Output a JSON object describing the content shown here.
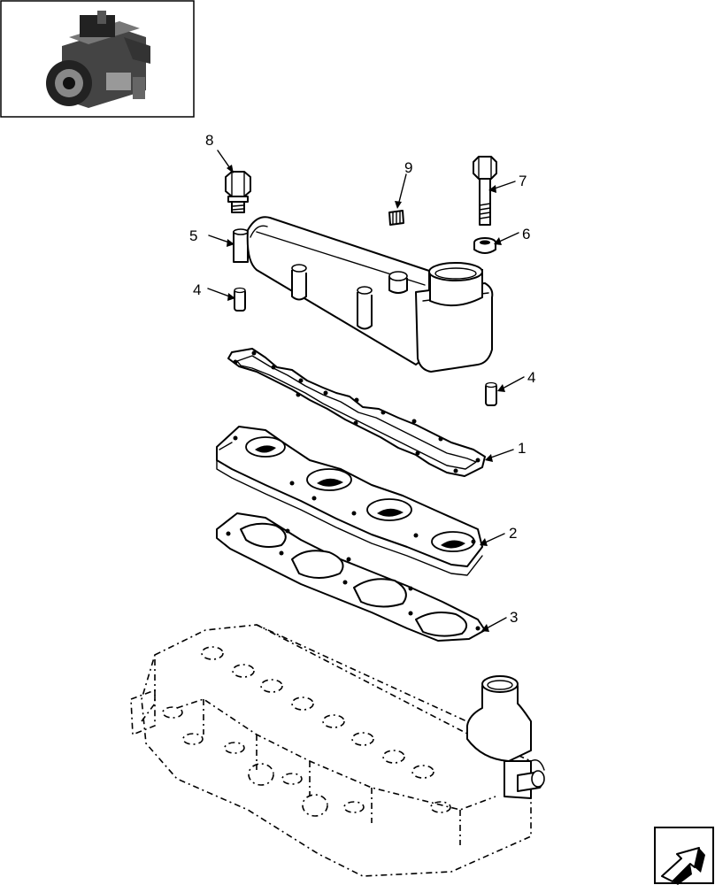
{
  "callouts": {
    "c1": "1",
    "c2": "2",
    "c3": "3",
    "c4a": "4",
    "c4b": "4",
    "c5": "5",
    "c6": "6",
    "c7": "7",
    "c8": "8",
    "c9": "9"
  },
  "icons": {
    "thumbnail": "engine-thumbnail-icon",
    "nav": "next-page-arrow-icon"
  }
}
